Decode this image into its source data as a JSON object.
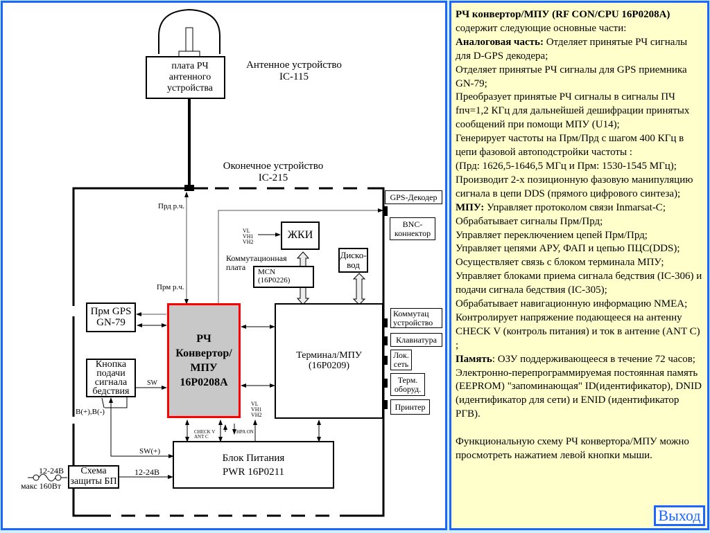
{
  "diagram": {
    "antenna": {
      "board": [
        "плата РЧ",
        "антенного",
        "устройства"
      ],
      "title": [
        "Антенное устройство",
        "IC-115"
      ]
    },
    "terminal_unit": {
      "title": [
        "Оконечное устройство",
        "IC-215"
      ]
    },
    "rf_tx": "Прд р.ч.",
    "rf_rx": "Прм р.ч.",
    "rf_converter": [
      "РЧ",
      "Конвертор/",
      "МПУ",
      "16P0208A"
    ],
    "gps_receiver": [
      "Прм GPS",
      "GN-79"
    ],
    "distress_button": [
      "Кнопка",
      "подачи",
      "сигнала",
      "бедствия"
    ],
    "sw": "SW",
    "b_pm": "B(+),B(-)",
    "sw_plus": "SW(+)",
    "lcd": "ЖКИ",
    "lcd_inputs": [
      "VL",
      "VH1",
      "VH2"
    ],
    "switch_board": [
      "Коммутационная",
      "плата"
    ],
    "mcn": [
      "MCN",
      "(16P0226)"
    ],
    "disk": [
      "Диско-",
      "вод"
    ],
    "terminal_cpu": [
      "Терминал/МПУ",
      "(16P0209)"
    ],
    "power_inputs": [
      "VL",
      "VH1",
      "VH2"
    ],
    "check": [
      "CHECK V",
      "ANT C"
    ],
    "hpa": "HPA ON",
    "power_unit": [
      "Блок Питания",
      "PWR 16P0211"
    ],
    "protection": [
      "Схема",
      "защиты БП"
    ],
    "voltage_in": "12-24В",
    "voltage_out": "12-24В",
    "max_power": "макс 160Вт",
    "connectors": {
      "gps_decoder": "GPS-Декодер",
      "bnc": [
        "BNC-",
        "коннектор"
      ],
      "switch_device": [
        "Коммутац",
        "устройство"
      ],
      "keyboard": "Клавиатура",
      "lan": [
        "Лок.",
        "сеть"
      ],
      "term_equipment": [
        "Терм.",
        "оборуд."
      ],
      "printer": "Принтер"
    },
    "colors": {
      "highlight_border": "#ff0000",
      "highlight_fill": "#c8c8c8",
      "frame": "#1a66ff",
      "panel": "#ffffcc"
    }
  },
  "panel": {
    "title": "РЧ конвертор/МПУ (RF CON/CPU 16P0208A)",
    "paragraphs": [
      {
        "bold": "",
        "text": "содержит следующие основные части:"
      },
      {
        "bold": "Аналоговая часть:",
        "text": " Отделяет принятые РЧ сигналы для D-GPS декодера;"
      },
      {
        "bold": "",
        "text": "Отделяет принятые РЧ сигналы для GPS приемника GN-79;"
      },
      {
        "bold": "",
        "text": "Преобразует принятые РЧ сигналы в сигналы ПЧ fпч=1,2 КГц для дальнейшей дешифрации принятых сообщений при помощи МПУ (U14);"
      },
      {
        "bold": "",
        "text": "Генерирует частоты на Прм/Прд с шагом 400 КГц в цепи фазовой автоподстройки частоты :"
      },
      {
        "bold": "",
        "text": "(Прд: 1626,5-1646,5 МГц и Прм: 1530-1545 МГц);"
      },
      {
        "bold": "",
        "text": "Производит 2-х позиционную фазовую манипуляцию сигнала в цепи DDS (прямого цифрового синтеза);"
      },
      {
        "bold": "МПУ:",
        "text": " Управляет протоколом связи Inmarsat-C;"
      },
      {
        "bold": "",
        "text": "Обрабатывает сигналы Прм/Прд;"
      },
      {
        "bold": "",
        "text": "Управляет переключением цепей Прм/Прд;"
      },
      {
        "bold": "",
        "text": "Управляет цепями АРУ, ФАП и цепью ПЦС(DDS);"
      },
      {
        "bold": "",
        "text": "Осуществляет связь с блоком терминала МПУ;"
      },
      {
        "bold": "",
        "text": "Управляет блоками приема сигнала бедствия (IC-306) и подачи сигнала бедствия (IC-305);"
      },
      {
        "bold": "",
        "text": "Обрабатывает  навигационную информацию NMEA;"
      },
      {
        "bold": "",
        "text": "Контролирует напряжение подающееся на антенну CHECK V (контроль питания) и ток в антенне (ANT C) ;"
      },
      {
        "bold": "Память",
        "text": ": ОЗУ поддерживающееся в течение 72 часов;"
      },
      {
        "bold": "",
        "text": "Электронно-перепрограммируемая постоянная память (EEPROM) \"запоминающая\" ID(идентификатор), DNID (идентификатор для сети) и ENID (идентификатор РГВ)."
      }
    ],
    "footer": "Функциональную схему РЧ конвертора/МПУ можно просмотреть нажатием левой кнопки мыши.",
    "exit_label": "Выход"
  }
}
